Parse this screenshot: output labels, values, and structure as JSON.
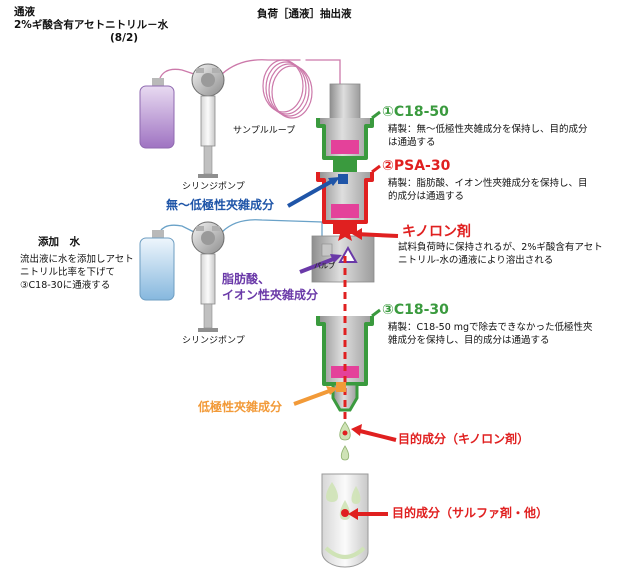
{
  "mobile_phase": {
    "label": "通液",
    "solvent": "2%ギ酸含有アセトニトリル－水",
    "ratio": "(8/2)"
  },
  "sample_loading": {
    "label": "負荷［通液］抽出液"
  },
  "sample_loop": {
    "label": "サンプルループ"
  },
  "syringe_pump_top": {
    "label": "シリンジポンプ"
  },
  "syringe_pump_bottom": {
    "label": "シリンジポンプ"
  },
  "addition": {
    "title": "添加　水",
    "note": "流出液に水を添加しアセトニトリル比率を下げて③C18-30に通液する"
  },
  "cartridges": [
    {
      "label": "①C18-50",
      "description": "精製：無～低極性夾雑成分を保持し、目的成分は通過する",
      "color": "#3a9a3e"
    },
    {
      "label": "②PSA-30",
      "description": "精製：脂肪酸、イオン性夾雑成分を保持し、目的成分は通過する",
      "color": "#e02020"
    },
    {
      "label": "③C18-30",
      "description": "精製：C18-50 mgで除去できなかった低極性夾雑成分を保持し、目的成分は通過する",
      "color": "#3a9a3e"
    }
  ],
  "quinolone": {
    "title": "キノロン剤",
    "description": "試料負荷時に保持されるが、2%ギ酸含有アセトニトリル-水の通液により溶出される"
  },
  "callouts": {
    "nonpolar": "無～低極性夾雑成分",
    "fatty_acid_line1": "脂肪酸、",
    "fatty_acid_line2": "イオン性夾雑成分",
    "lowpolar": "低極性夾雑成分",
    "target_quinolone": "目的成分（キノロン剤）",
    "target_sulfa": "目的成分（サルファ剤・他）"
  },
  "valve_label": "バルブ",
  "colors": {
    "green": "#3a9a3e",
    "red": "#e02020",
    "blue": "#1f55a8",
    "purple": "#6a39a8",
    "orange": "#f29a38",
    "magenta": "#e4419a",
    "tubing": "#cc79aa",
    "tubing_blue": "#6aa2c8",
    "gray": "#a8a8a8"
  },
  "icons": [
    "solvent-bottle-icon",
    "water-bottle-icon",
    "three-way-valve-icon",
    "syringe-icon",
    "quinolone-star-icon",
    "test-tube-icon"
  ]
}
